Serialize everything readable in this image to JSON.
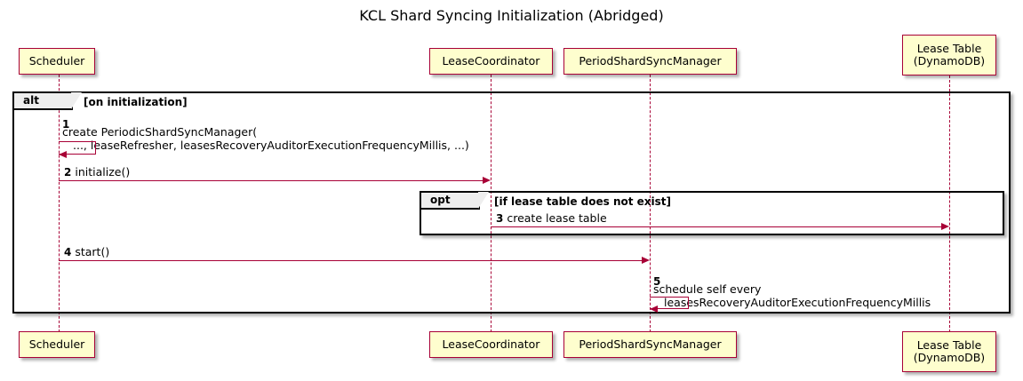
{
  "diagram": {
    "title": "KCL Shard Syncing Initialization (Abridged)",
    "type": "sequence-diagram",
    "colors": {
      "participant_fill": "#FEFECE",
      "participant_border": "#A80036",
      "message_line": "#A80036",
      "fragment_border": "#000000",
      "fragment_tab_fill": "#EEEEEE",
      "background": "#FFFFFF"
    }
  },
  "participants": [
    {
      "id": "scheduler",
      "label_line1": "Scheduler",
      "label_line2": ""
    },
    {
      "id": "leasecoordinator",
      "label_line1": "LeaseCoordinator",
      "label_line2": ""
    },
    {
      "id": "periodshardsyncmanager",
      "label_line1": "PeriodShardSyncManager",
      "label_line2": ""
    },
    {
      "id": "leasetable",
      "label_line1": "Lease Table",
      "label_line2": "(DynamoDB)"
    }
  ],
  "fragments": [
    {
      "id": "alt",
      "operator": "alt",
      "guard": "[on initialization]"
    },
    {
      "id": "opt",
      "operator": "opt",
      "guard": "[if lease table does not exist]"
    }
  ],
  "messages": [
    {
      "number": "1",
      "from": "scheduler",
      "to": "scheduler",
      "self": true,
      "line1": "create PeriodicShardSyncManager(",
      "line2": "..., leaseRefresher, leasesRecoveryAuditorExecutionFrequencyMillis, ...)"
    },
    {
      "number": "2",
      "from": "scheduler",
      "to": "leasecoordinator",
      "self": false,
      "line1": "initialize()",
      "line2": ""
    },
    {
      "number": "3",
      "from": "leasecoordinator",
      "to": "leasetable",
      "self": false,
      "line1": "create lease table",
      "line2": ""
    },
    {
      "number": "4",
      "from": "scheduler",
      "to": "periodshardsyncmanager",
      "self": false,
      "line1": "start()",
      "line2": ""
    },
    {
      "number": "5",
      "from": "periodshardsyncmanager",
      "to": "periodshardsyncmanager",
      "self": true,
      "line1": "schedule self every",
      "line2": "leasesRecoveryAuditorExecutionFrequencyMillis"
    }
  ]
}
